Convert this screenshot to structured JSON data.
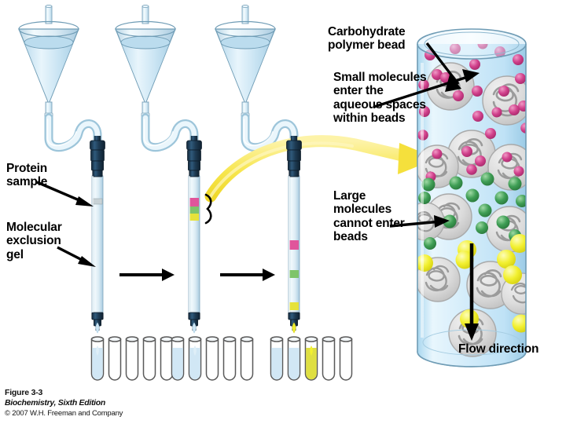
{
  "figure": {
    "caption_number": "Figure 3-3",
    "caption_source": "Biochemistry, Sixth Edition",
    "caption_copyright": "© 2007 W.H. Freeman and Company"
  },
  "labels": {
    "protein_sample": "Protein\nsample",
    "molecular_exclusion_gel": "Molecular\nexclusion\ngel",
    "carbohydrate_polymer_bead": "Carbohydrate\npolymer bead",
    "small_molecules": "Small molecules\nenter the\naqueous spaces\nwithin beads",
    "large_molecules": "Large\nmolecules\ncannot enter\nbeads",
    "flow_direction": "Flow direction"
  },
  "colors": {
    "buffer_blue": "#cfe6f4",
    "buffer_blue_light": "#e4f2fa",
    "column_glass": "#dcebf3",
    "fitting_navy": "#1d3a52",
    "fitting_navy_dark": "#13293c",
    "band_pink": "#e0559b",
    "band_green": "#7ec46a",
    "band_yellow": "#e6e23a",
    "molecule_pink": "#d1418c",
    "molecule_green": "#3f9e55",
    "molecule_yellow": "#f2f030",
    "bead_gray": "#d9d9d9",
    "bead_polymer": "#9b9b9b",
    "arrow_black": "#000000",
    "arrow_yellow": "#f5e03c",
    "cylinder_fill": "#d6ecf8",
    "tube_glass": "#ffffff",
    "tube_outline": "#555555",
    "sample_band": "#c8d2d6"
  },
  "stages": [
    {
      "name": "stage-1-sample-loaded",
      "bands": [
        {
          "color_key": "sample_band",
          "label": "protein sample band"
        }
      ],
      "tubes": [
        {
          "fill": "buffer",
          "filling": true
        },
        {
          "fill": "empty",
          "filling": false
        },
        {
          "fill": "empty",
          "filling": false
        },
        {
          "fill": "empty",
          "filling": false
        },
        {
          "fill": "empty",
          "filling": false
        }
      ],
      "drip_color_key": "buffer_blue"
    },
    {
      "name": "stage-2-bands-separating",
      "bands": [
        {
          "color_key": "band_pink",
          "label": "small molecules band"
        },
        {
          "color_key": "band_green",
          "label": "medium molecules band"
        },
        {
          "color_key": "band_yellow",
          "label": "large molecules band"
        }
      ],
      "tubes": [
        {
          "fill": "buffer",
          "filling": false
        },
        {
          "fill": "buffer",
          "filling": true
        },
        {
          "fill": "empty",
          "filling": false
        },
        {
          "fill": "empty",
          "filling": false
        },
        {
          "fill": "empty",
          "filling": false
        }
      ],
      "drip_color_key": "buffer_blue"
    },
    {
      "name": "stage-3-bands-resolved",
      "bands": [
        {
          "color_key": "band_pink",
          "label": "small molecules band"
        },
        {
          "color_key": "band_green",
          "label": "medium molecules band"
        },
        {
          "color_key": "band_yellow",
          "label": "large molecules band eluting"
        }
      ],
      "tubes": [
        {
          "fill": "buffer",
          "filling": false
        },
        {
          "fill": "buffer",
          "filling": false
        },
        {
          "fill": "yellow",
          "filling": true
        },
        {
          "fill": "empty",
          "filling": false
        },
        {
          "fill": "empty",
          "filling": false
        }
      ],
      "drip_color_key": "molecule_yellow"
    }
  ],
  "cylinder": {
    "molecules": {
      "pink_small": 28,
      "green_medium": 14,
      "yellow_large": 8
    },
    "bead_count": 12,
    "flow_arrow": "downward"
  },
  "icons": {
    "reservoir": "separatory-funnel-icon",
    "tubing": "flexible-tubing-icon",
    "column": "chromatography-column-icon",
    "process_arrow": "right-arrow-icon",
    "zoom_arrow": "yellow-magnify-arrow-icon",
    "flow_arrow": "down-arrow-icon"
  }
}
